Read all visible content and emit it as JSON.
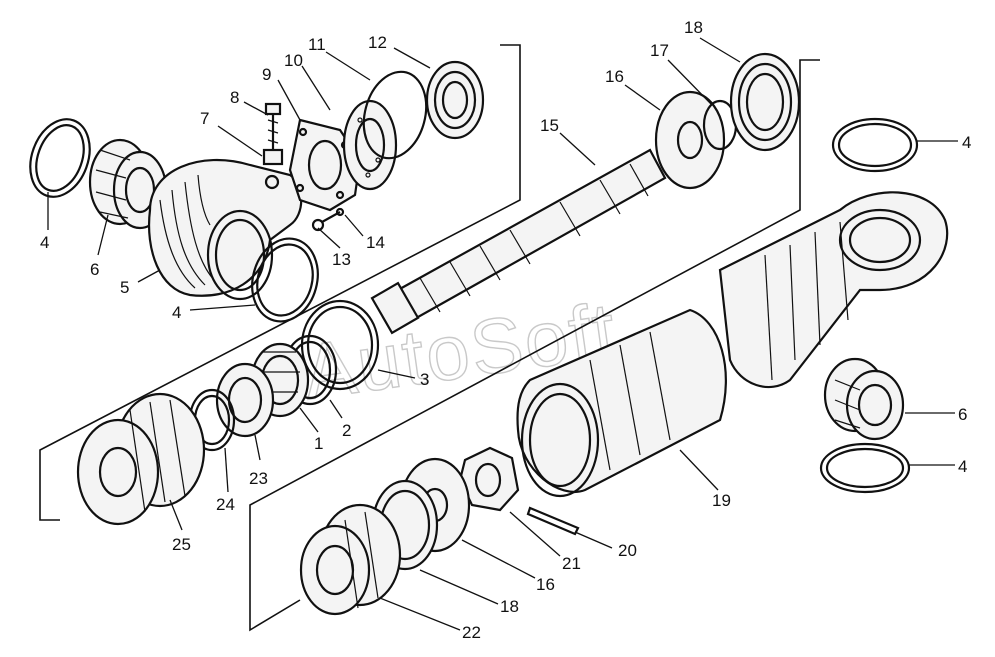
{
  "watermark": "AutoSoft",
  "callouts": [
    {
      "id": "c-4a",
      "text": "4"
    },
    {
      "id": "c-6a",
      "text": "6"
    },
    {
      "id": "c-5",
      "text": "5"
    },
    {
      "id": "c-4b",
      "text": "4"
    },
    {
      "id": "c-7",
      "text": "7"
    },
    {
      "id": "c-8",
      "text": "8"
    },
    {
      "id": "c-9",
      "text": "9"
    },
    {
      "id": "c-10",
      "text": "10"
    },
    {
      "id": "c-11",
      "text": "11"
    },
    {
      "id": "c-12",
      "text": "12"
    },
    {
      "id": "c-13",
      "text": "13"
    },
    {
      "id": "c-14",
      "text": "14"
    },
    {
      "id": "c-15",
      "text": "15"
    },
    {
      "id": "c-16a",
      "text": "16"
    },
    {
      "id": "c-17",
      "text": "17"
    },
    {
      "id": "c-18a",
      "text": "18"
    },
    {
      "id": "c-4c",
      "text": "4"
    },
    {
      "id": "c-6b",
      "text": "6"
    },
    {
      "id": "c-4d",
      "text": "4"
    },
    {
      "id": "c-3",
      "text": "3"
    },
    {
      "id": "c-2",
      "text": "2"
    },
    {
      "id": "c-1",
      "text": "1"
    },
    {
      "id": "c-23",
      "text": "23"
    },
    {
      "id": "c-24",
      "text": "24"
    },
    {
      "id": "c-25",
      "text": "25"
    },
    {
      "id": "c-19",
      "text": "19"
    },
    {
      "id": "c-20",
      "text": "20"
    },
    {
      "id": "c-21",
      "text": "21"
    },
    {
      "id": "c-16b",
      "text": "16"
    },
    {
      "id": "c-18b",
      "text": "18"
    },
    {
      "id": "c-22",
      "text": "22"
    }
  ]
}
